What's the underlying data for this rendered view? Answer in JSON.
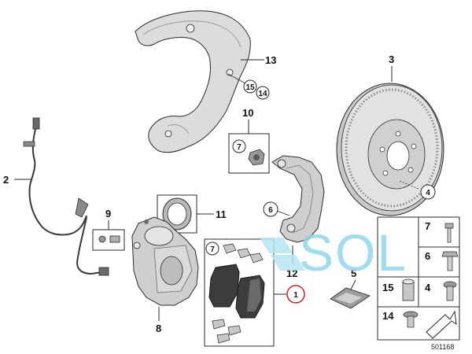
{
  "callouts": {
    "disc": "3",
    "disc_bolt": "4",
    "pad_sensor_kit": "5",
    "carrier": "6",
    "hardware_callout_top": "7",
    "hardware_callout_pads": "7",
    "caliper": "8",
    "bleeder_kit": "9",
    "carrier_bolt_group": "10",
    "seal": "11",
    "carrier_group": "12",
    "dust_shield": "13",
    "shield_screw_a": "15",
    "shield_screw_b": "14",
    "sensor": "2",
    "pad_kit_highlight": "1"
  },
  "legend": {
    "rows": [
      {
        "num": "7",
        "part": "caliper-bolt"
      },
      {
        "num": "6",
        "part": "hex-bolt"
      },
      {
        "num": "15",
        "part": "sleeve"
      },
      {
        "num": "4",
        "part": "wheel-bolt"
      },
      {
        "num": "14",
        "part": "flange-screw"
      }
    ]
  },
  "watermark": "SOL",
  "document_number": "501168",
  "colors": {
    "line": "#2a2a2a",
    "part_fill": "#dcdcdc",
    "part_dark": "#a8a8a8",
    "highlight": "#cc1f1f",
    "watermark": "#8fd7ea"
  }
}
